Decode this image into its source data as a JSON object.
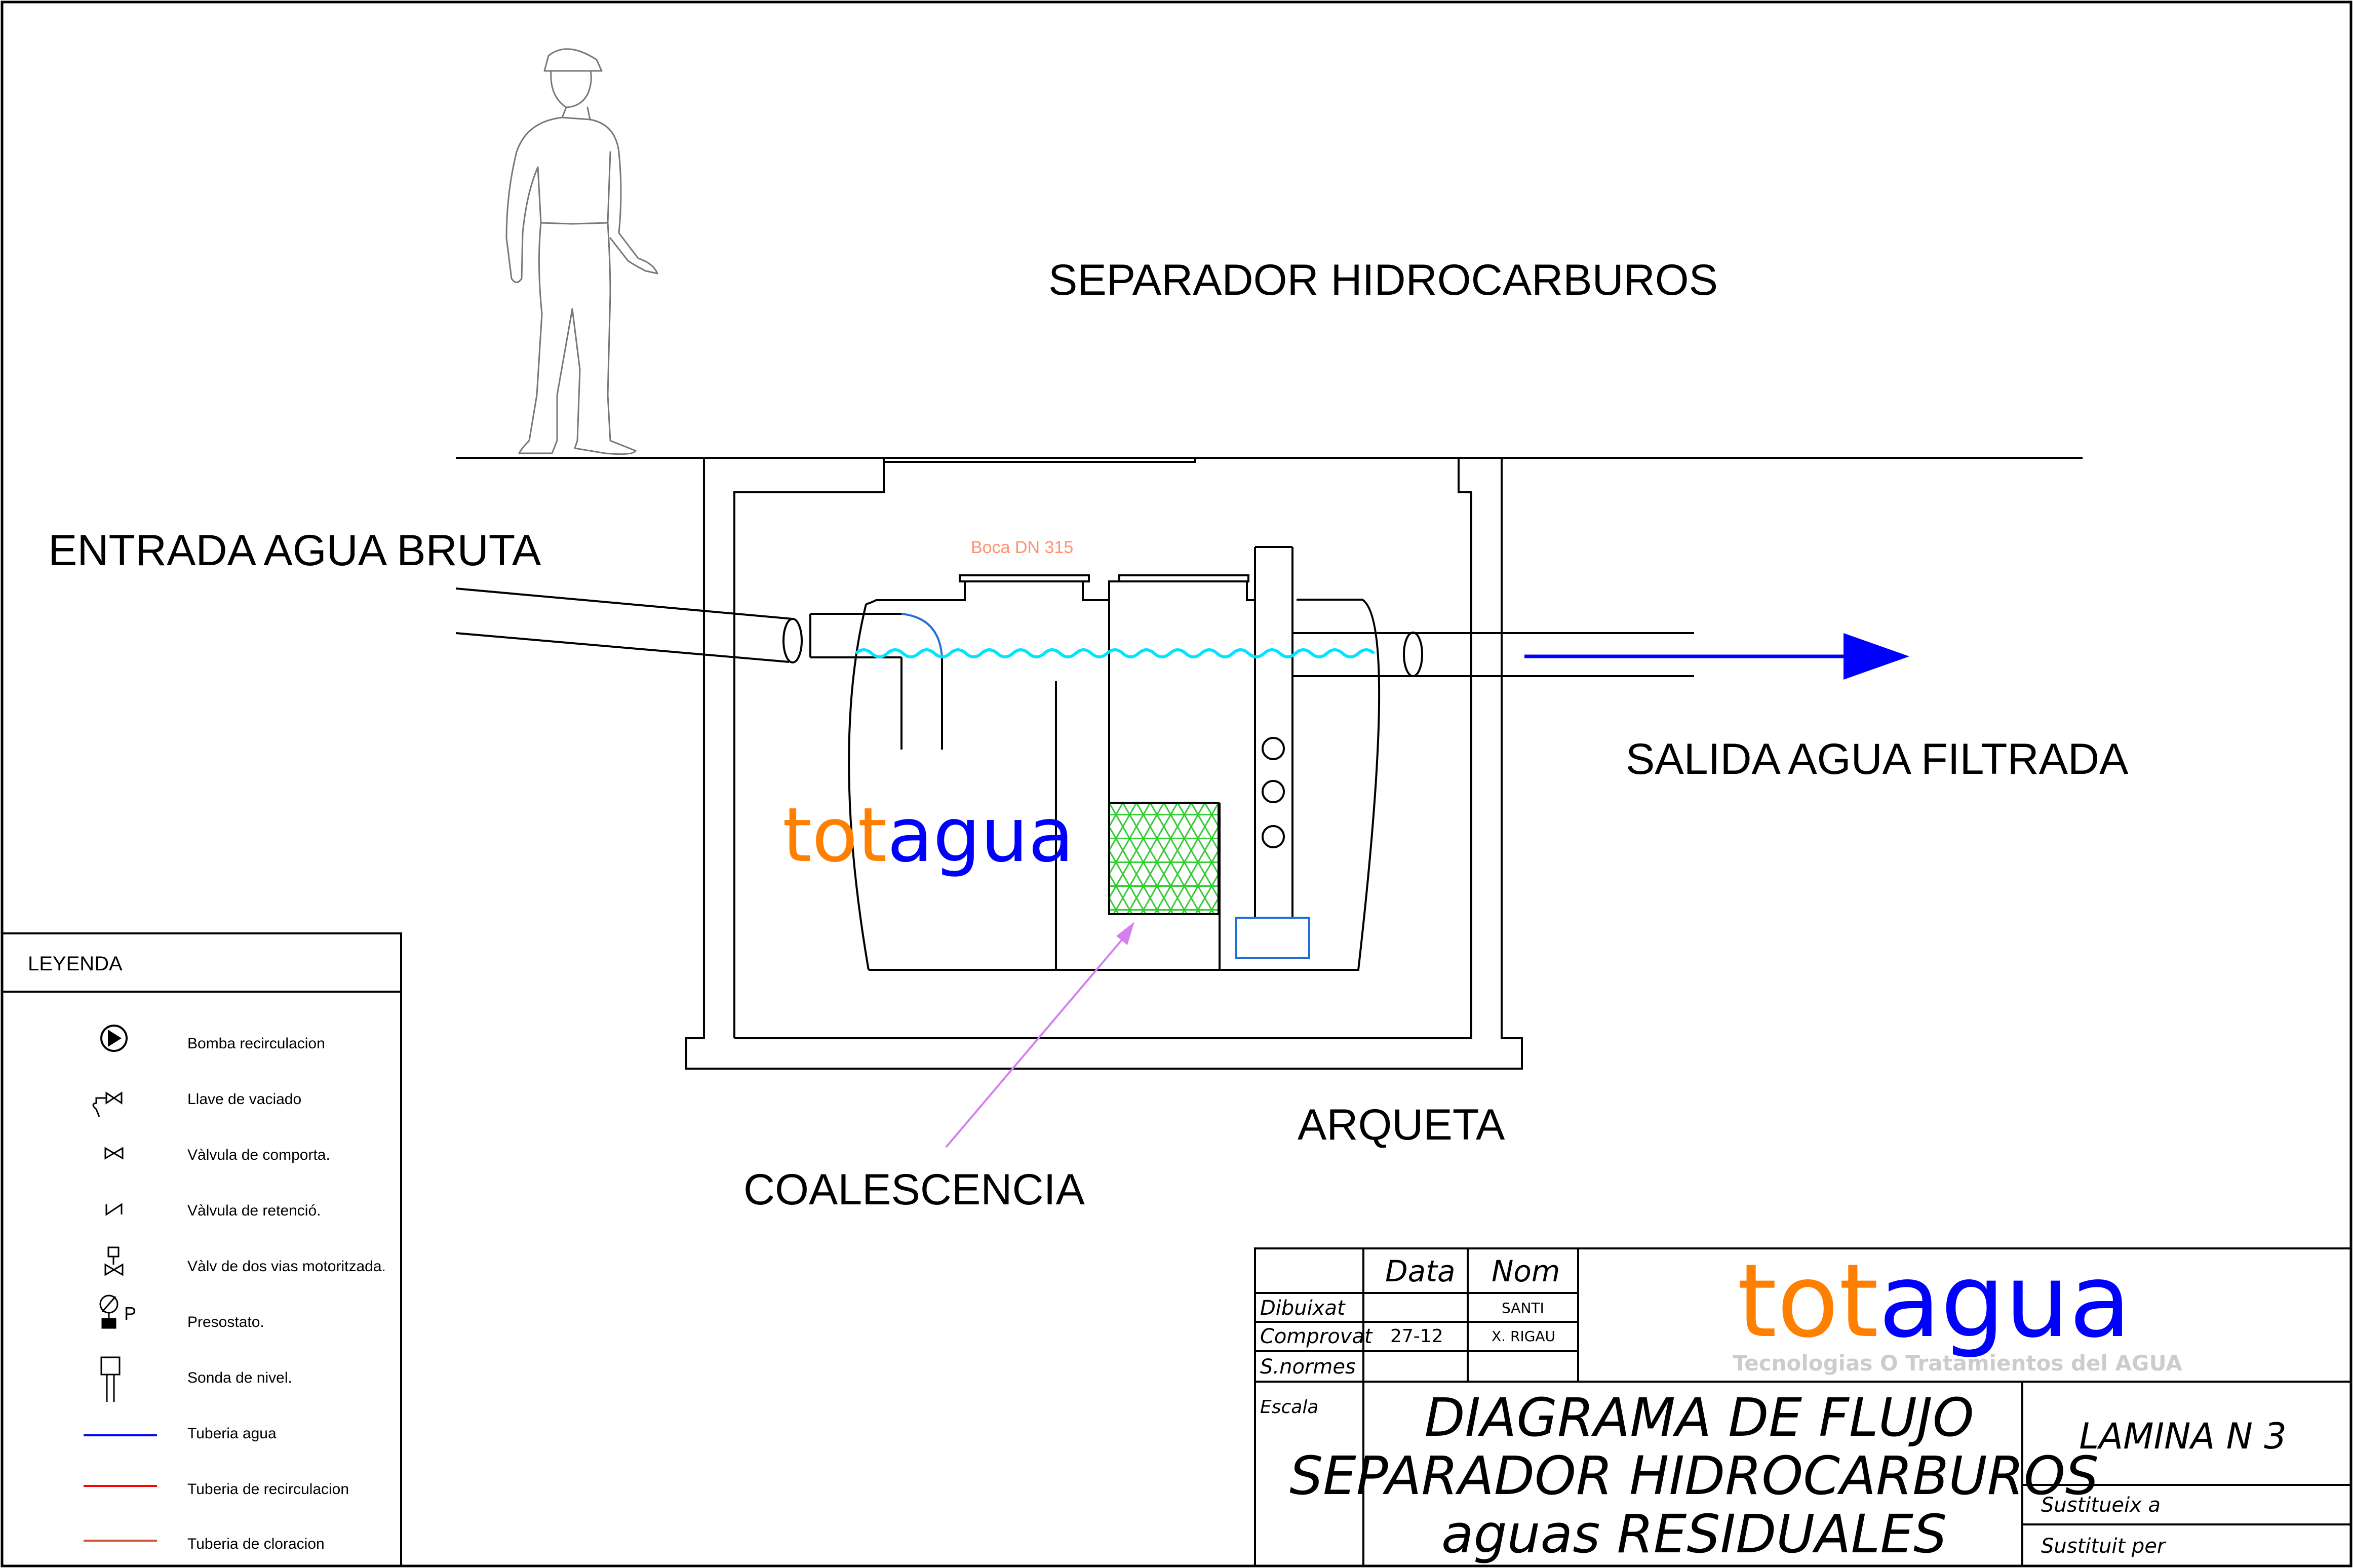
{
  "title": "SEPARADOR HIDROCARBUROS",
  "labels": {
    "inlet": "ENTRADA AGUA BRUTA",
    "outlet": "SALIDA AGUA FILTRADA",
    "chamber": "ARQUETA",
    "coalescence": "COALESCENCIA",
    "manhole": "Boca DN 315"
  },
  "brand": {
    "part1": "tot",
    "part2": "agua",
    "tagline": "Tecnologias O Tratamientos del AGUA",
    "color1": "#ff7f00",
    "color2": "#0000ff"
  },
  "colors": {
    "water_level": "#00e5ff",
    "flow_arrow": "#0000ff",
    "coalescence_pointer": "#d580f0",
    "coalescence_media": "#33cc33",
    "manhole_label": "#ff9070"
  },
  "legend": {
    "title": "LEYENDA",
    "items": [
      {
        "icon": "pump-icon",
        "label": "Bomba recirculacion"
      },
      {
        "icon": "drain-valve-icon",
        "label": "Llave  de vaciado"
      },
      {
        "icon": "gate-valve-icon",
        "label": "Vàlvula de comporta."
      },
      {
        "icon": "check-valve-icon",
        "label": "Vàlvula de retenció."
      },
      {
        "icon": "motorized-valve-icon",
        "label": "Vàlv de dos vias motoritzada."
      },
      {
        "icon": "pressure-switch-icon",
        "label": "Presostato."
      },
      {
        "icon": "level-probe-icon",
        "label": "Sonda de nivel."
      },
      {
        "icon": "water-pipe-icon",
        "label": "Tuberia agua",
        "color": "#0000ff"
      },
      {
        "icon": "recirculation-pipe-icon",
        "label": "Tuberia de recirculacion",
        "color": "#ff0000"
      },
      {
        "icon": "chlorination-pipe-icon",
        "label": "Tuberia de cloracion",
        "color": "#cc5533"
      }
    ],
    "pressure_symbol": "P"
  },
  "title_block": {
    "headers": {
      "date": "Data",
      "name": "Nom"
    },
    "rows": [
      {
        "label": "Dibuixat",
        "date": "",
        "name": "SANTI"
      },
      {
        "label": "Comprovat",
        "date": "27-12",
        "name": "X. RIGAU"
      },
      {
        "label": "S.normes",
        "date": "",
        "name": ""
      }
    ],
    "scale_label": "Escala",
    "drawing_title": [
      "DIAGRAMA  DE  FLUJO",
      "SEPARADOR  HIDROCARBUROS",
      "aguas  RESIDUALES"
    ],
    "sheet": "LAMINA  N  3",
    "replaces": "Sustitueix  a",
    "replaced_by": "Sustituit  per"
  }
}
